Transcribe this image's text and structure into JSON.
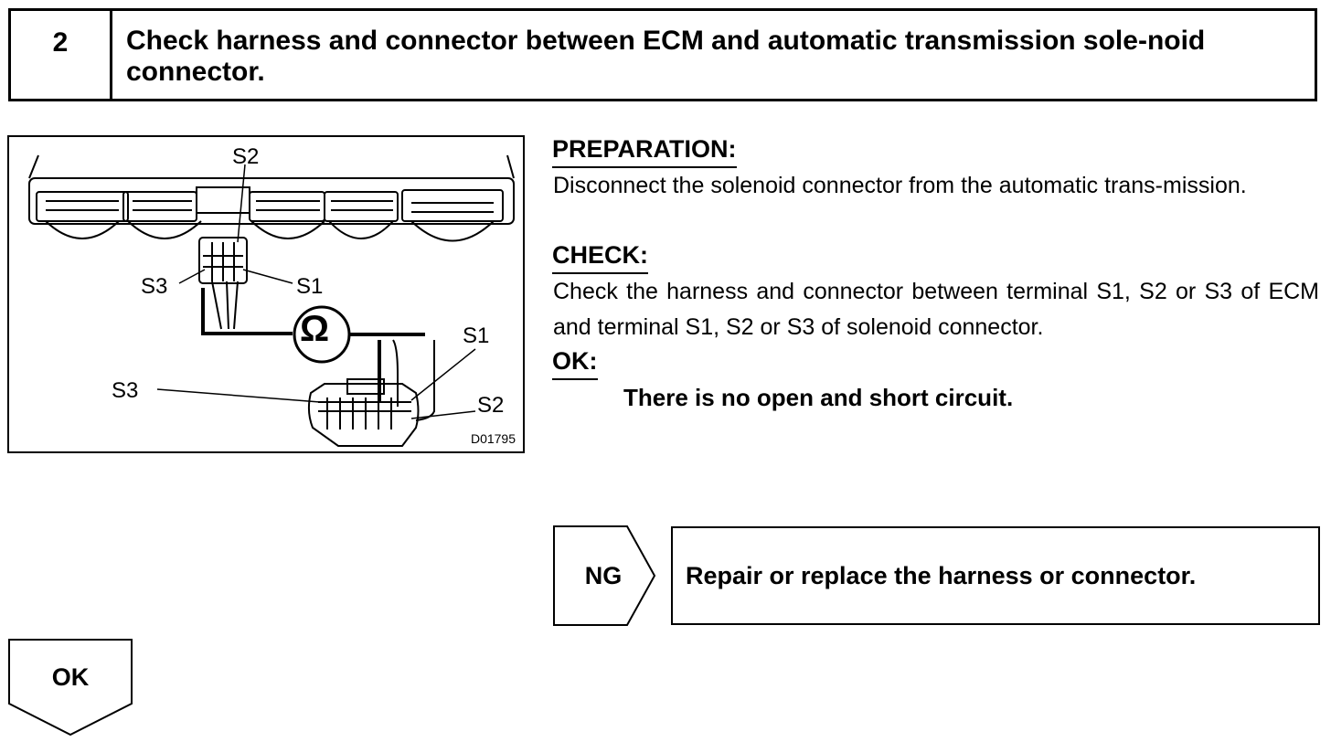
{
  "step": {
    "number": "2",
    "title": "Check harness and connector between ECM and automatic transmission sole-noid connector."
  },
  "figure": {
    "labels": {
      "ecm_s2": "S2",
      "ecm_s3": "S3",
      "ecm_s1": "S1",
      "sol_s1": "S1",
      "sol_s3": "S3",
      "sol_s2": "S2",
      "ohm": "Ω"
    },
    "code": "D01795"
  },
  "preparation": {
    "heading": "PREPARATION:",
    "text": "Disconnect the solenoid connector from the automatic trans-mission."
  },
  "check": {
    "heading": "CHECK:",
    "text": "Check the harness and connector between terminal S1, S2 or S3 of ECM and terminal S1, S2 or S3 of solenoid connector."
  },
  "ok_section": {
    "heading": "OK:",
    "text": "There is no open and short circuit."
  },
  "result_ng": {
    "label": "NG",
    "action": "Repair or replace the harness or connector."
  },
  "result_ok": {
    "label": "OK"
  }
}
